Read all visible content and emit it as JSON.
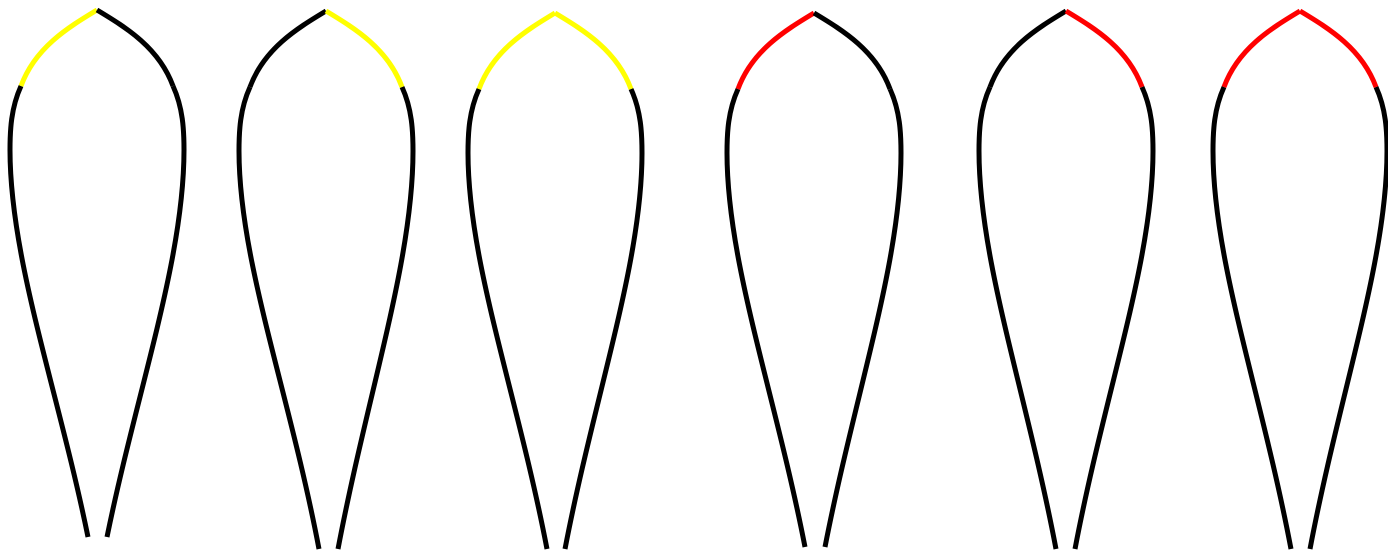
{
  "colors": {
    "background": "#ffffff",
    "outline": "#000000",
    "highlight_yellow": "#ffff00",
    "highlight_red": "#ff0000"
  },
  "shapes": [
    {
      "id": "shape-1",
      "highlight_color": "yellow",
      "highlighted_sides": [
        "left-shoulder"
      ]
    },
    {
      "id": "shape-2",
      "highlight_color": "yellow",
      "highlighted_sides": [
        "right-shoulder"
      ]
    },
    {
      "id": "shape-3",
      "highlight_color": "yellow",
      "highlighted_sides": [
        "left-shoulder",
        "right-shoulder"
      ]
    },
    {
      "id": "shape-4",
      "highlight_color": "red",
      "highlighted_sides": [
        "left-shoulder"
      ]
    },
    {
      "id": "shape-5",
      "highlight_color": "red",
      "highlighted_sides": [
        "right-shoulder"
      ]
    },
    {
      "id": "shape-6",
      "highlight_color": "red",
      "highlighted_sides": [
        "left-shoulder",
        "right-shoulder"
      ]
    }
  ]
}
